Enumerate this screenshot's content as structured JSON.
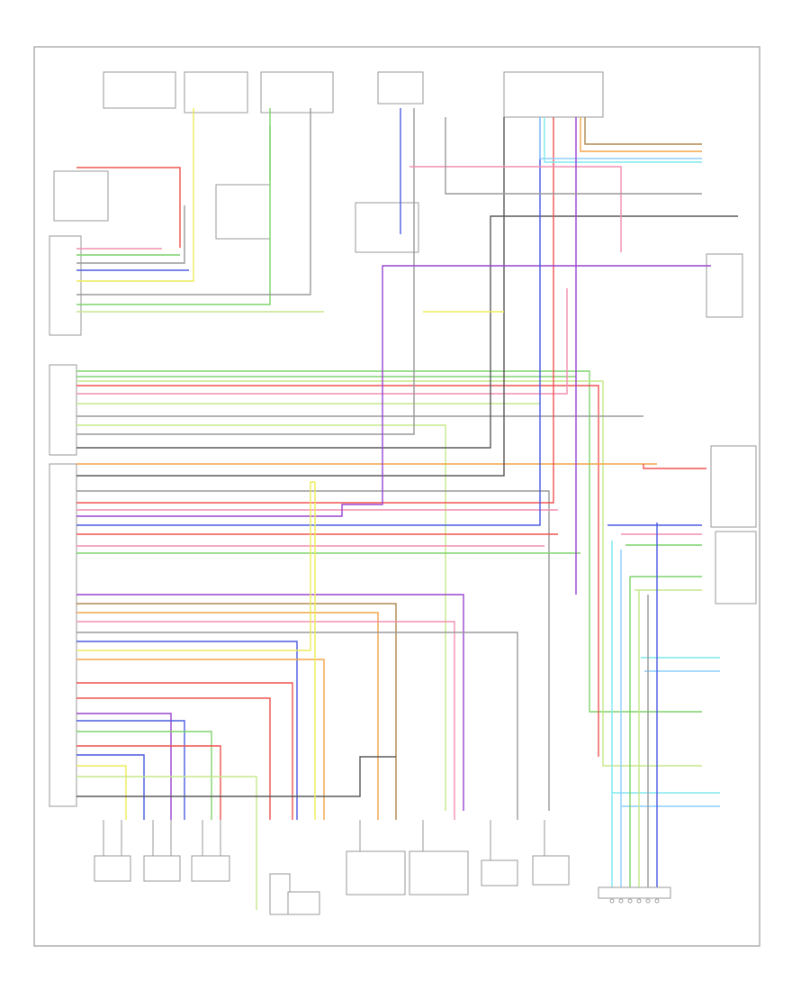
{
  "diagram": {
    "footer_code": ""
  },
  "colors": {
    "red": "#ef5350",
    "pink": "#f48fb1",
    "green": "#7fd36b",
    "light_green": "#c5e88a",
    "yellow": "#ecec5a",
    "blue": "#4a5ce0",
    "light_blue": "#8ecfff",
    "cyan": "#7ee8ee",
    "purple": "#9a45d0",
    "orange": "#f0a64a",
    "brown": "#b08850",
    "gray": "#9a9a9a",
    "dark": "#5a5a5a"
  },
  "components": [
    {
      "id": "map-sensor-box",
      "icon": "sensor-icon"
    },
    {
      "id": "iat-sensor-box",
      "icon": "sensor-icon"
    },
    {
      "id": "tps-box",
      "icon": "sensor-icon"
    },
    {
      "id": "throttle-actuator-box",
      "icon": "motor-icon"
    },
    {
      "id": "egr-box",
      "icon": "valve-icon"
    },
    {
      "id": "iac-box",
      "icon": "valve-icon"
    },
    {
      "id": "ect-box",
      "icon": "sensor-icon"
    },
    {
      "id": "ckp-box",
      "icon": "sensor-icon"
    }
  ]
}
